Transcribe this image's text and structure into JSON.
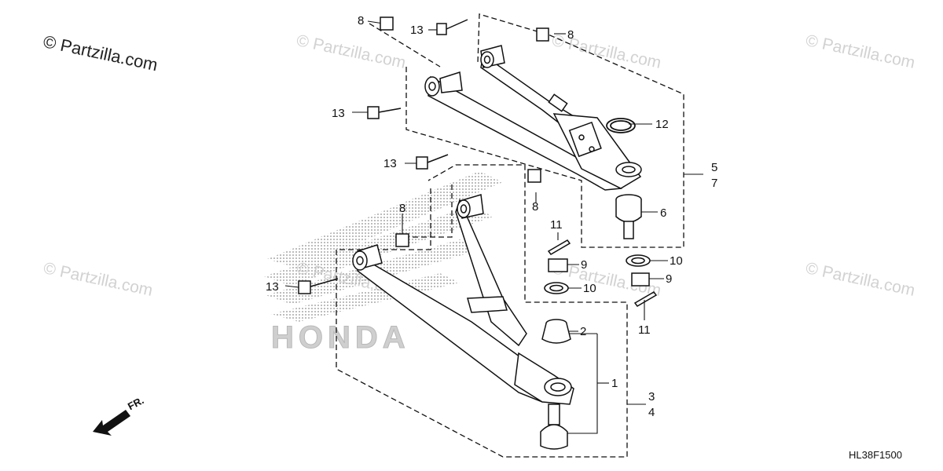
{
  "watermark": {
    "main": "© Partzilla.com",
    "faint": "© Partzilla.com"
  },
  "diagram_code": "HL38F1500",
  "direction_label": "FR.",
  "brand_logo": "HONDA",
  "callouts": {
    "c8_a": "8",
    "c13_a": "13",
    "c8_b": "8",
    "c13_b": "13",
    "c12": "12",
    "c5": "5",
    "c7": "7",
    "c13_c": "13",
    "c8_c": "8",
    "c6": "6",
    "c8_d": "8",
    "c11_a": "11",
    "c9_a": "9",
    "c10_a": "10",
    "c10_b": "10",
    "c9_b": "9",
    "c11_b": "11",
    "c13_d": "13",
    "c2": "2",
    "c1": "1",
    "c3": "3",
    "c4": "4"
  },
  "colors": {
    "line": "#111111",
    "watermark": "#d2d2d2",
    "logo": "#cfcfcf"
  }
}
